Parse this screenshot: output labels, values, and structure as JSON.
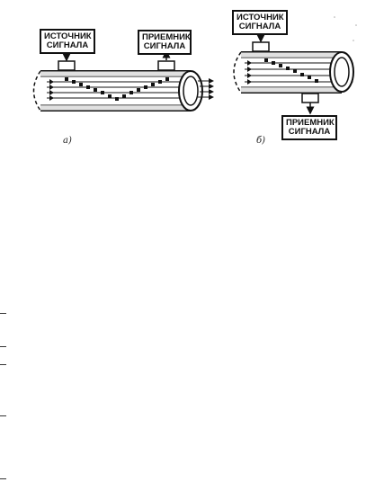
{
  "diagram_a": {
    "source_label": [
      "ИСТОЧНИК",
      "СИГНАЛА"
    ],
    "receiver_label": [
      "ПРИЕМНИК",
      "СИГНАЛА"
    ],
    "caption": "а)"
  },
  "diagram_b": {
    "source_label": [
      "ИСТОЧНИК",
      "СИГНАЛА"
    ],
    "receiver_label": [
      "ПРИЕМНИК",
      "СИГНАЛА"
    ],
    "caption": "б)"
  }
}
